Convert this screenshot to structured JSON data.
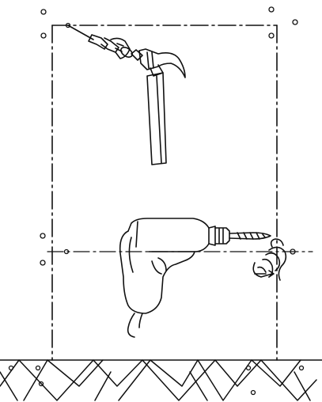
{
  "diagram": {
    "kind": "installation-instruction",
    "panel": {
      "type": "mounting-board"
    },
    "tools": [
      "hammer",
      "wall-plug",
      "electric-drill",
      "drill-bit"
    ],
    "symbols": [
      "screw-hole",
      "centerline",
      "hand-grip-rotate-arrow",
      "floor-hatching"
    ],
    "colors": {
      "stroke": "#111111",
      "background": "#ffffff"
    }
  }
}
